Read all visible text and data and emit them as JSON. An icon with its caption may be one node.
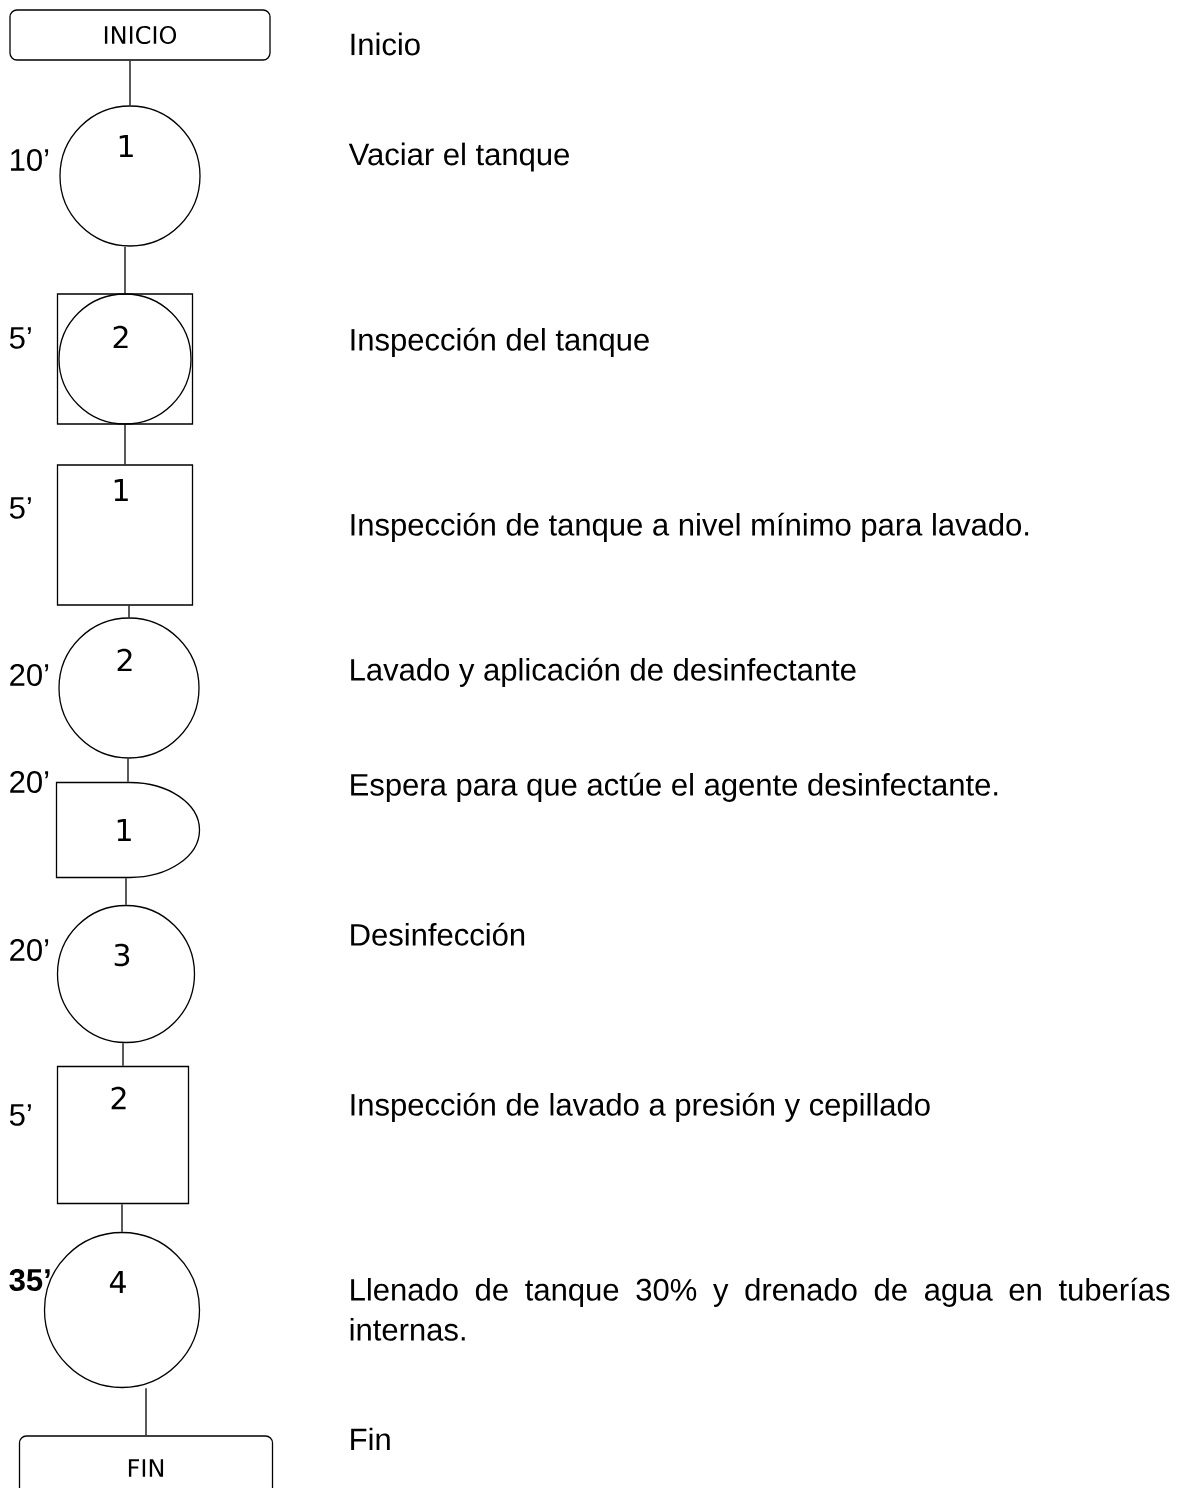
{
  "diagram": {
    "nodes": [
      {
        "text": [
          "INICIO"
        ]
      },
      {
        "text": [
          "1"
        ],
        "beside": [
          "10’"
        ]
      },
      {
        "text": [
          "2"
        ],
        "beside": [
          "5’"
        ]
      },
      {
        "text": [
          "1"
        ],
        "beside": [
          "5’"
        ]
      },
      {
        "text": [
          "2"
        ],
        "beside": [
          "20’"
        ]
      },
      {
        "text": [
          "1"
        ],
        "beside": [
          "20’"
        ]
      },
      {
        "text": [
          "3"
        ],
        "beside": [
          "20’"
        ]
      },
      {
        "text": [
          "2"
        ],
        "beside": [
          "5’"
        ]
      },
      {
        "text": [
          "4"
        ],
        "beside": [
          "35’"
        ]
      },
      {
        "text": [
          "FIN"
        ]
      }
    ],
    "edges": [
      {
        "from": 0,
        "to": 1,
        "arrow": "none"
      },
      {
        "from": 1,
        "to": 2,
        "arrow": "none"
      },
      {
        "from": 2,
        "to": 3,
        "arrow": "none"
      },
      {
        "from": 3,
        "to": 4,
        "arrow": "none"
      },
      {
        "from": 4,
        "to": 5,
        "arrow": "none"
      },
      {
        "from": 5,
        "to": 6,
        "arrow": "none"
      },
      {
        "from": 6,
        "to": 7,
        "arrow": "none"
      },
      {
        "from": 7,
        "to": 8,
        "arrow": "none"
      },
      {
        "from": 8,
        "to": 9,
        "arrow": "none"
      }
    ],
    "labels": [
      "Inicio",
      "Vaciar el tanque",
      "Inspección del tanque",
      "Inspección de tanque a nivel mínimo para lavado.",
      "Lavado y aplicación de desinfectante",
      "Espera para que actúe el agente desinfectante.",
      "Desinfección",
      "Inspección de lavado a presión y cepillado",
      "Llenado de tanque 30% y drenado de agua en tuberías internas.",
      "Fin"
    ]
  }
}
